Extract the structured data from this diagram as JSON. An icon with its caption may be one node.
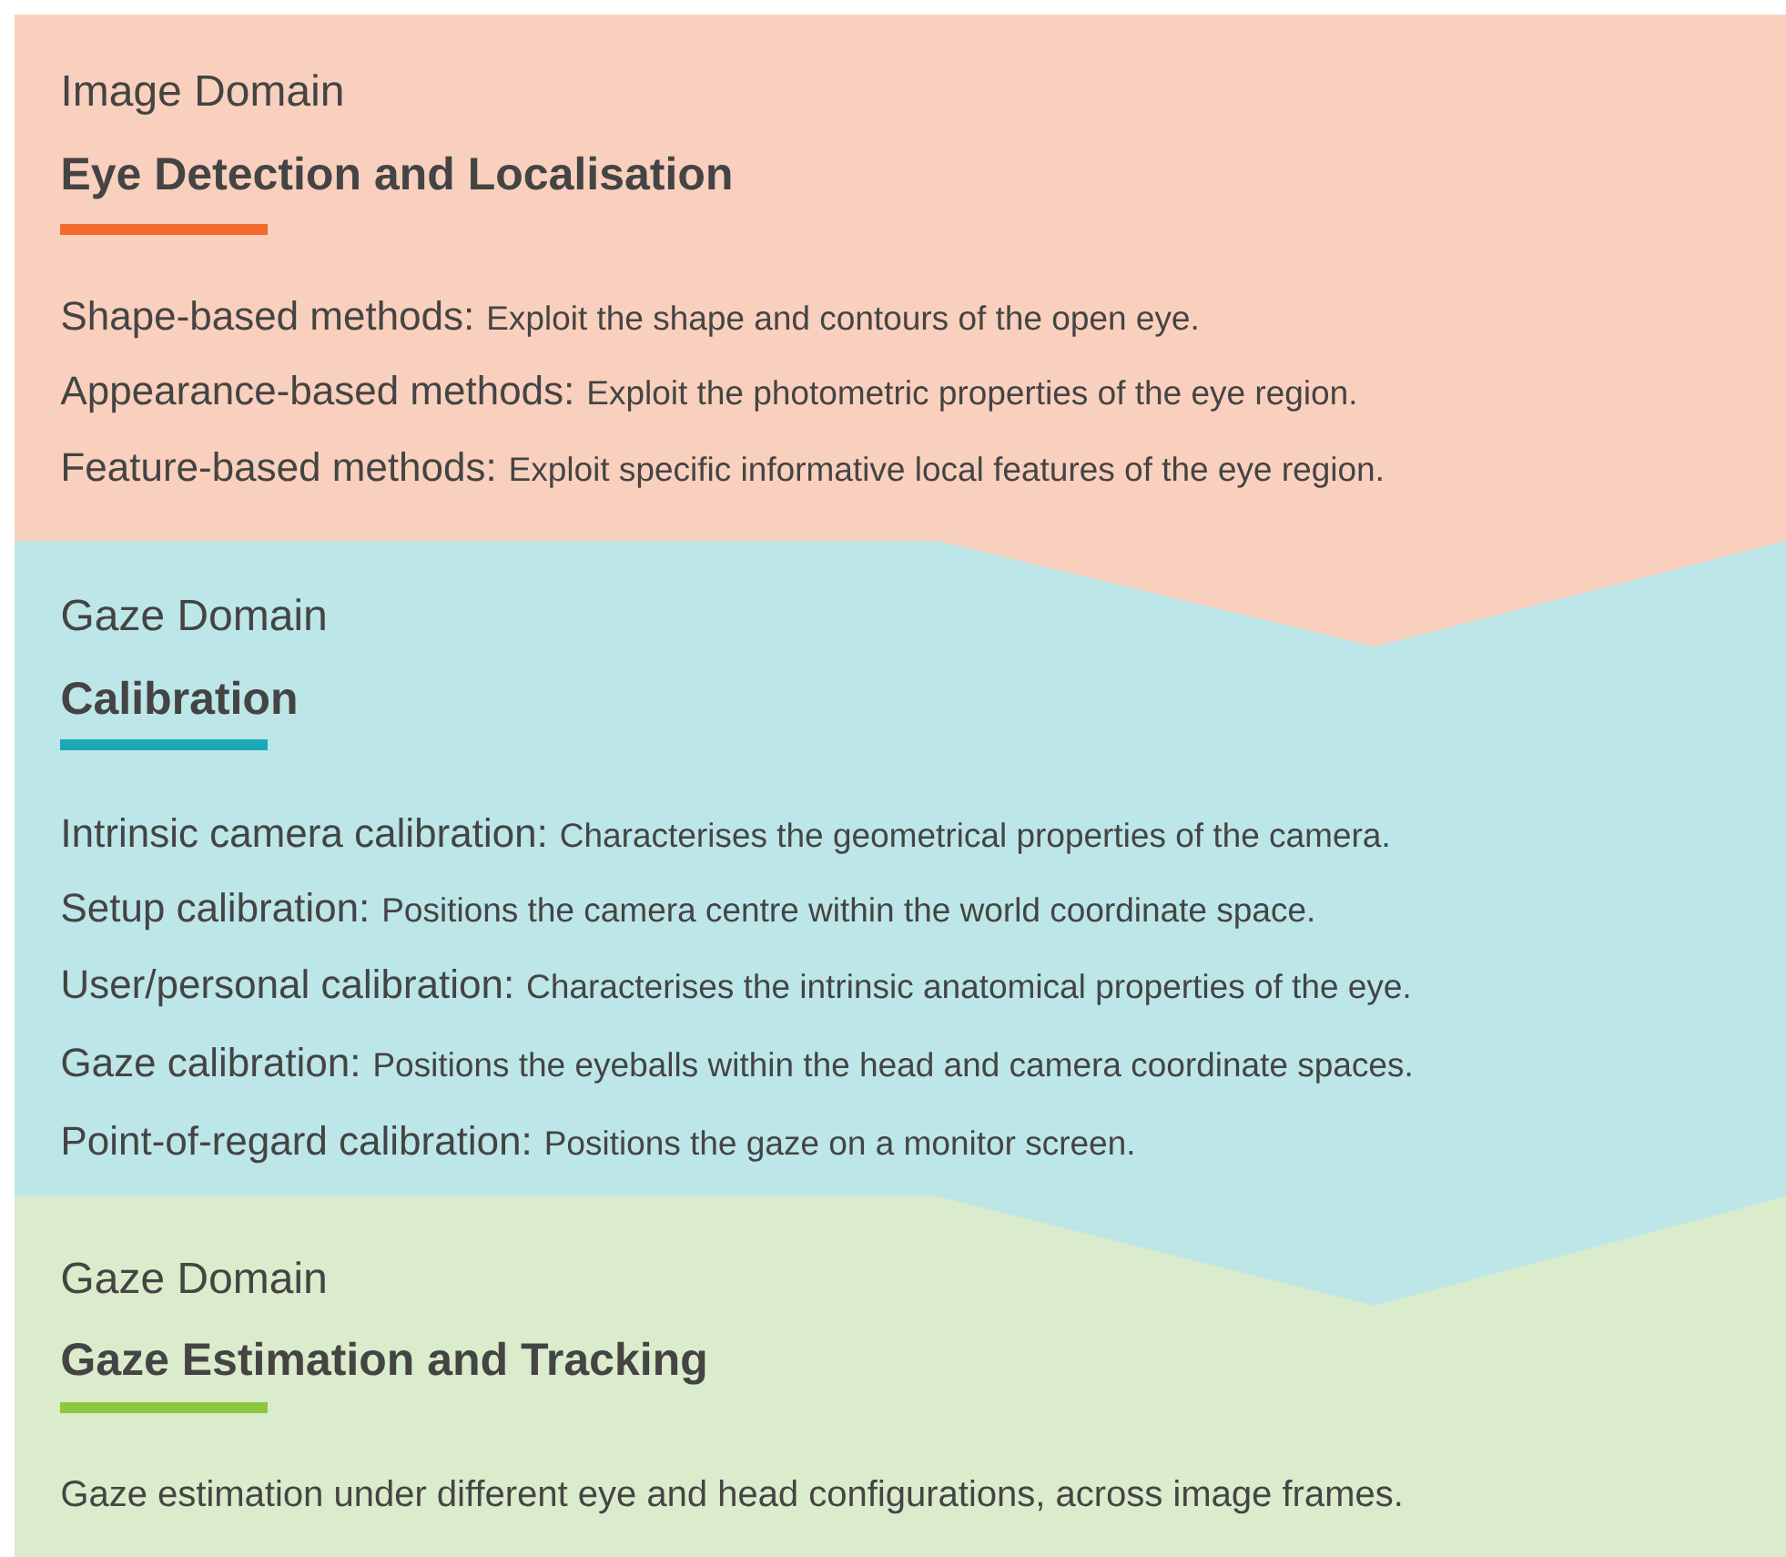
{
  "diagram": {
    "nodes": [
      {
        "text": [
          "Image Domain",
          "Eye Detection and Localisation",
          "Shape-based methods:",
          "Exploit the shape and contours of the open eye.",
          "Appearance-based methods:",
          "Exploit the photometric properties of the eye region.",
          "Feature-based methods:",
          "Exploit specific informative local features of the eye region."
        ]
      },
      {
        "text": [
          "Gaze Domain",
          "Calibration",
          "Intrinsic camera calibration:",
          "Characterises the geometrical properties of the camera.",
          "Setup calibration:",
          "Positions the camera centre within the world coordinate space.",
          "User/personal calibration:",
          "Characterises the intrinsic anatomical properties of the eye.",
          "Gaze calibration:",
          "Positions the eyeballs within the head and camera coordinate spaces.",
          "Point-of-regard calibration:",
          "Positions the gaze on a monitor screen."
        ]
      },
      {
        "text": [
          "Gaze Domain",
          "Gaze Estimation and Tracking",
          "Gaze estimation under different eye and head configurations, across image frames."
        ]
      }
    ],
    "edges": []
  }
}
